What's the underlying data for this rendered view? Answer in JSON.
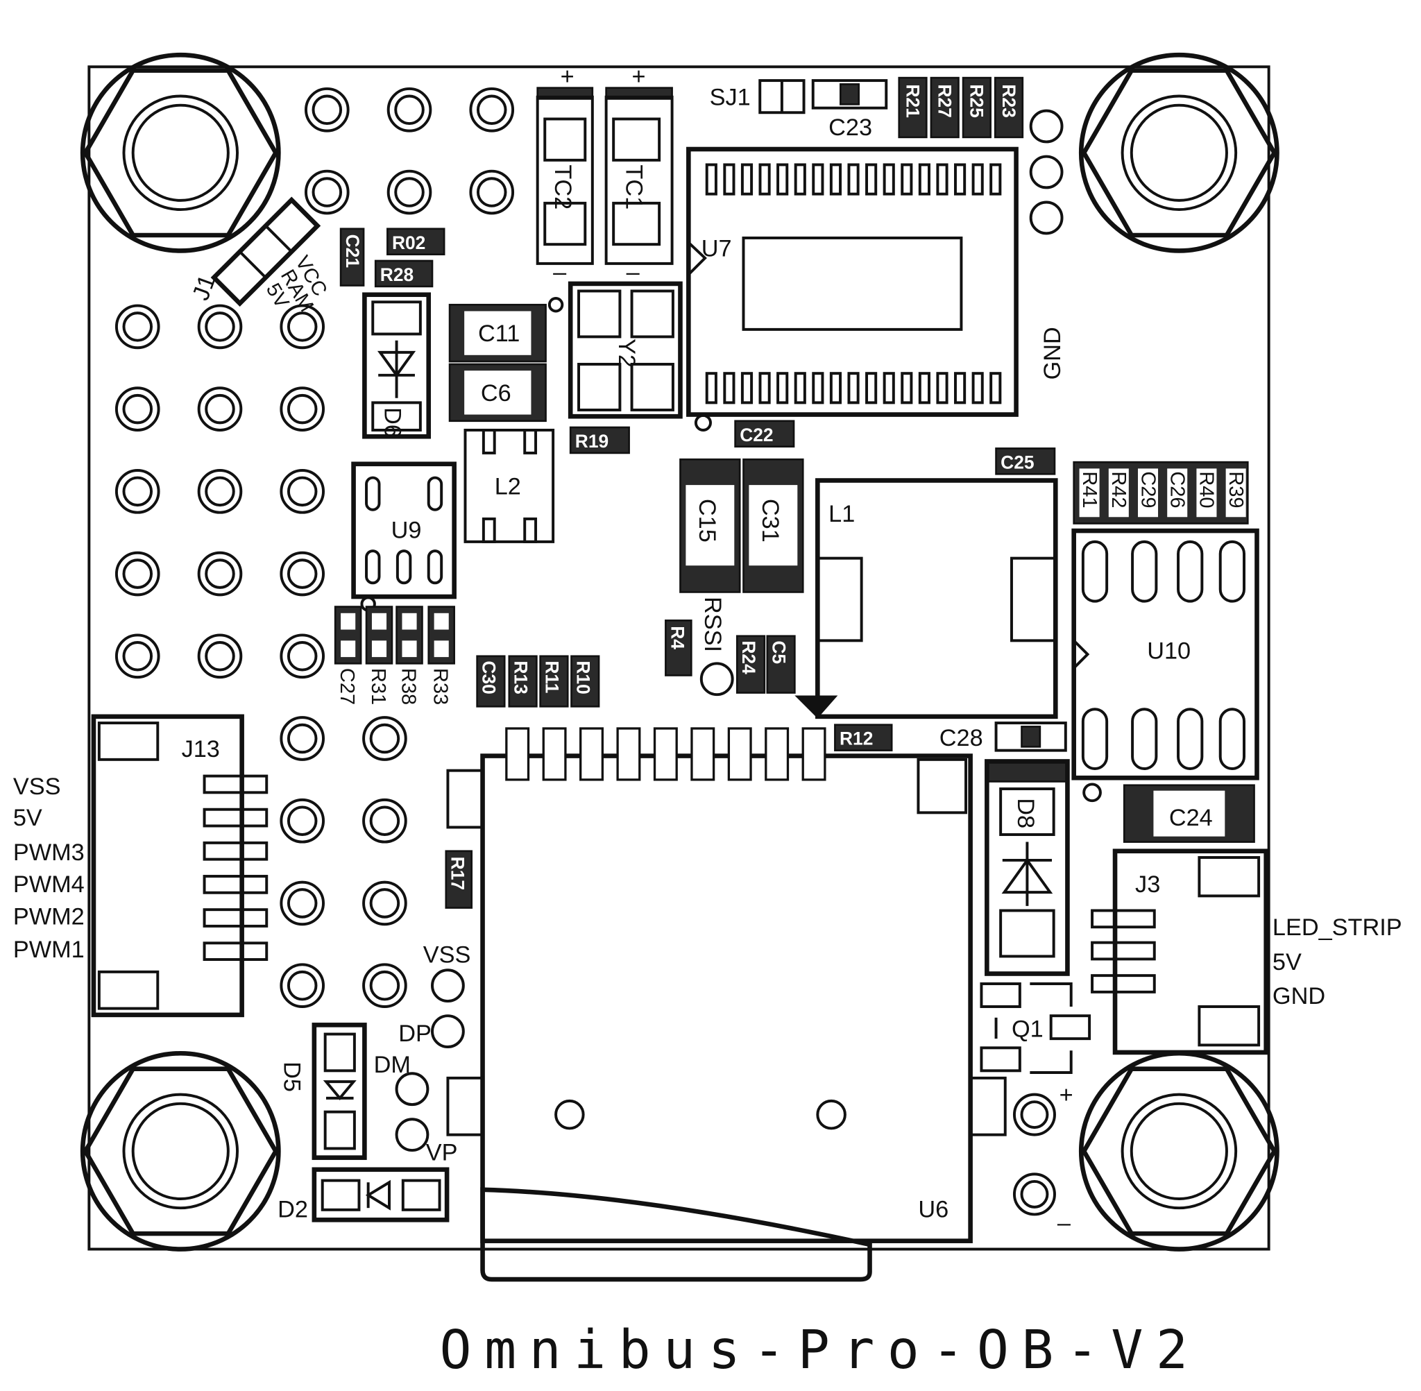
{
  "title": "Omnibus-Pro-OB-V2",
  "labels": {
    "sj1": "SJ1",
    "c23": "C23",
    "r21": "R21",
    "r27": "R27",
    "r25": "R25",
    "r23": "R23",
    "tc2": "TC2",
    "tc1": "TC1",
    "u7": "U7",
    "gnd": "GND",
    "j1": "J1",
    "vcc": "VCC",
    "ram": "RAM",
    "v5": "5V",
    "c21": "C21",
    "r02": "R02",
    "r28": "R28",
    "d6": "D6",
    "c11": "C11",
    "c6": "C6",
    "y2": "Y2",
    "l2": "L2",
    "u9": "U9",
    "r19": "R19",
    "c22": "C22",
    "c15": "C15",
    "c31": "C31",
    "l1": "L1",
    "c25": "C25",
    "r41": "R41",
    "r42": "R42",
    "c29": "C29",
    "c26": "C26",
    "r40": "R40",
    "r39": "R39",
    "u10": "U10",
    "rssi": "RSSI",
    "r4": "R4",
    "r24": "R24",
    "c5": "C5",
    "c27": "C27",
    "r31": "R31",
    "r38": "R38",
    "r33": "R33",
    "c30": "C30",
    "r13": "R13",
    "r11": "R11",
    "r10": "R10",
    "r12": "R12",
    "c28": "C28",
    "j13": "J13",
    "d8": "D8",
    "c24": "C24",
    "j3": "J3",
    "q1": "Q1",
    "r17": "R17",
    "u6": "U6",
    "d5": "D5",
    "d2": "D2",
    "vss2": "VSS",
    "dp": "DP",
    "dm": "DM",
    "vp": "VP",
    "plus": "+",
    "minus": "–",
    "tc_plus": "+",
    "tc_minus": "–"
  },
  "j13_pins": [
    "VSS",
    "5V",
    "PWM3",
    "PWM4",
    "PWM2",
    "PWM1"
  ],
  "j3_pins": [
    "LED_STRIP",
    "5V",
    "GND"
  ]
}
